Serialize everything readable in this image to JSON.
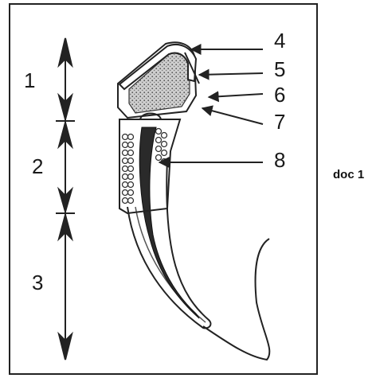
{
  "figure": {
    "caption": "doc 1",
    "segment_labels": [
      "1",
      "2",
      "3"
    ],
    "pointer_labels": [
      "4",
      "5",
      "6",
      "7",
      "8"
    ]
  }
}
